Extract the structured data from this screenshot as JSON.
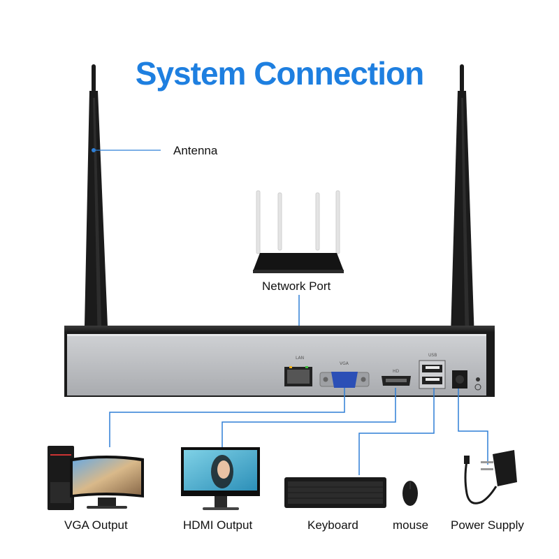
{
  "title": "System Connection",
  "labels": {
    "antenna": "Antenna",
    "network_port": "Network Port",
    "vga_output": "VGA Output",
    "hdmi_output": "HDMI Output",
    "keyboard": "Keyboard",
    "mouse": "mouse",
    "power_supply": "Power Supply"
  },
  "port_labels": {
    "lan": "LAN",
    "vga": "VGA",
    "hd": "HD",
    "usb": "USB"
  },
  "colors": {
    "title": "#1e7fe0",
    "connector_line": "#2f7fd6",
    "panel": "#b9bbbf",
    "device_body": "#1c1c1c"
  }
}
